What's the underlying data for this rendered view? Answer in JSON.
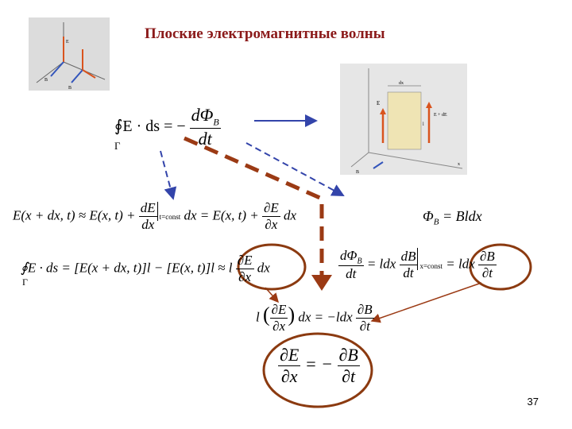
{
  "slide": {
    "title": "Плоские электромагнитные волны",
    "page_number": "37"
  },
  "diagram_left": {
    "labels": [
      "E",
      "B",
      "B"
    ]
  },
  "diagram_right": {
    "labels": [
      "dx",
      "E",
      "E + dE",
      "l",
      "B",
      "x"
    ]
  },
  "equations": {
    "circulation_symbol_contour": "Γ",
    "eq1_lhs": "∮E · ds = −",
    "eq1_num": "dΦ",
    "eq1_sub": "B",
    "eq1_den": "dt",
    "eq2_a": "E(x + dx, t) ≈ E(x, t) +",
    "eq2_num": "dE",
    "eq2_den": "dx",
    "eq2_cond": "t=const",
    "eq2_b": "dx = E(x, t) +",
    "eq2_num2": "∂E",
    "eq2_den2": "∂x",
    "eq2_c": "dx",
    "flux": "Φ",
    "flux_sub": "B",
    "flux_rhs": "= Bldx",
    "eq3_a": "∮E · ds = [E(x + dx, t)]l − [E(x, t)]l ≈ l",
    "eq3_num": "∂E",
    "eq3_den": "∂x",
    "eq3_b": "dx",
    "eq4_num": "dΦ",
    "eq4_sub": "B",
    "eq4_den": "dt",
    "eq4_mid": "= ldx",
    "eq4_num2": "dB",
    "eq4_den2": "dt",
    "eq4_cond": "x=const",
    "eq4_eq": "= ldx",
    "eq4_num3": "∂B",
    "eq4_den3": "∂t",
    "eq5_a": "l",
    "eq5_num": "∂E",
    "eq5_den": "∂x",
    "eq5_b": "dx = −ldx",
    "eq5_num2": "∂B",
    "eq5_den2": "∂t",
    "final_num": "∂E",
    "final_den": "∂x",
    "final_mid": "= −",
    "final_num2": "∂B",
    "final_den2": "∂t"
  },
  "colors": {
    "title": "#8b1a1a",
    "blue_arrow": "#3344aa",
    "brown_arrow": "#9b3a14",
    "circle": "#8b3a10",
    "slab": "#efe4b4",
    "e_arrow": "#d9541e"
  }
}
